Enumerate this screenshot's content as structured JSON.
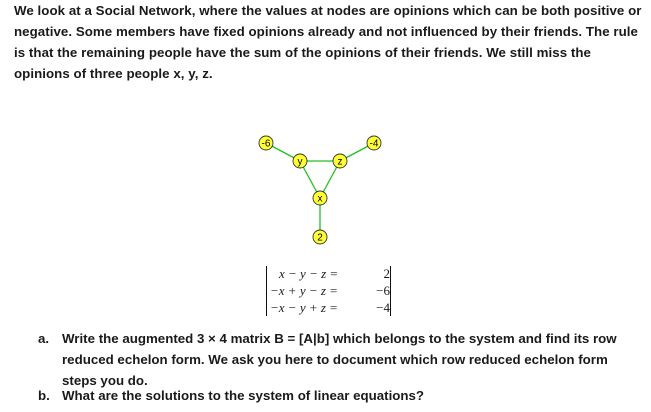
{
  "intro": "We look at a Social Network, where the values at nodes are opinions which can be both positive or negative. Some members have fixed opinions already and not influenced by their friends. The rule is that the remaining people have the sum of the opinions of their friends. We still miss the opinions of three people x, y, z.",
  "graph": {
    "nodes": [
      {
        "id": "n-6",
        "label": "-6",
        "fill": "#ffff33"
      },
      {
        "id": "n-4",
        "label": "-4",
        "fill": "#ffff33"
      },
      {
        "id": "ny",
        "label": "y",
        "fill": "#ffff33"
      },
      {
        "id": "nz",
        "label": "z",
        "fill": "#ffff33"
      },
      {
        "id": "nx",
        "label": "x",
        "fill": "#ffff33"
      },
      {
        "id": "n2",
        "label": "2",
        "fill": "#ffff33"
      }
    ],
    "edge_color": "#20c020"
  },
  "system": {
    "rows": [
      {
        "lhs": "x − y − z =",
        "rhs": "2"
      },
      {
        "lhs": "−x + y − z =",
        "rhs": "−6"
      },
      {
        "lhs": "−x − y + z =",
        "rhs": "−4"
      }
    ]
  },
  "questions": [
    {
      "letter": "a.",
      "text": "Write the augmented 3 × 4 matrix B = [A|b] which belongs to the system and find its row reduced echelon form. We ask you here to document which row reduced echelon form steps you do."
    },
    {
      "letter": "b.",
      "text": "What are the solutions to the system of linear equations?"
    }
  ]
}
